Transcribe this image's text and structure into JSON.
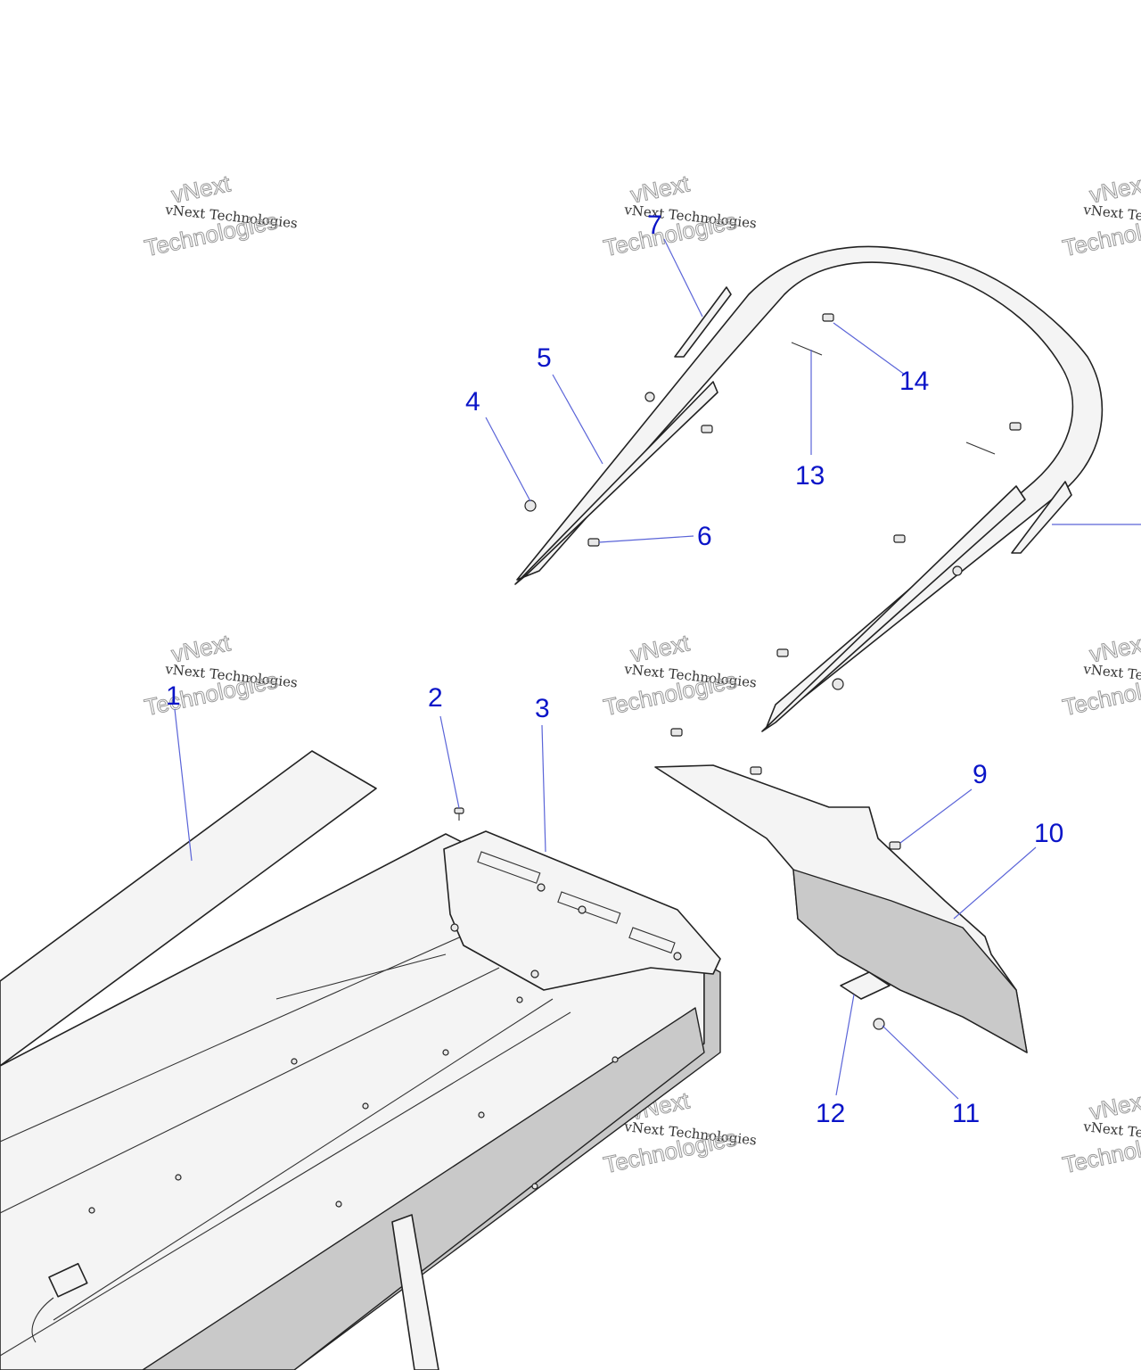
{
  "watermark": {
    "line1": "vNext Technologies",
    "line2": "vNext",
    "line3": "Technologies"
  },
  "callouts": [
    {
      "label": "1"
    },
    {
      "label": "2"
    },
    {
      "label": "3"
    },
    {
      "label": "4"
    },
    {
      "label": "5"
    },
    {
      "label": "6"
    },
    {
      "label": "7"
    },
    {
      "label": "9"
    },
    {
      "label": "10"
    },
    {
      "label": "11"
    },
    {
      "label": "12"
    },
    {
      "label": "13"
    },
    {
      "label": "14"
    }
  ],
  "colors": {
    "callout": "#0a14c8",
    "leader": "#5a64d8",
    "line": "#222222"
  }
}
